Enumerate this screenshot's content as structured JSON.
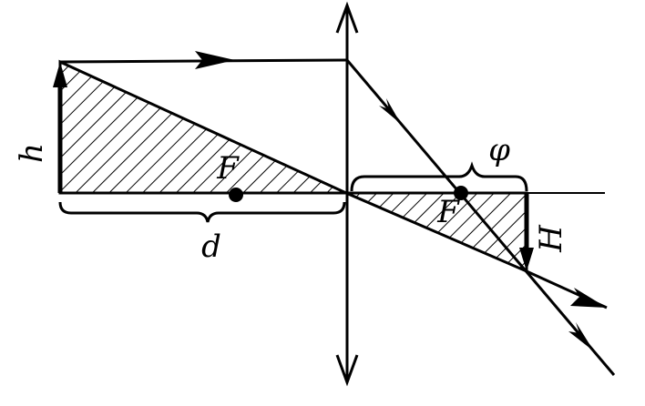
{
  "labels": {
    "object_height": "h",
    "image_height": "H",
    "focus_left": "F",
    "focus_right": "F",
    "object_distance": "d",
    "image_distance": "φ"
  },
  "colors": {
    "ink": "#000000",
    "background": "#ffffff"
  }
}
